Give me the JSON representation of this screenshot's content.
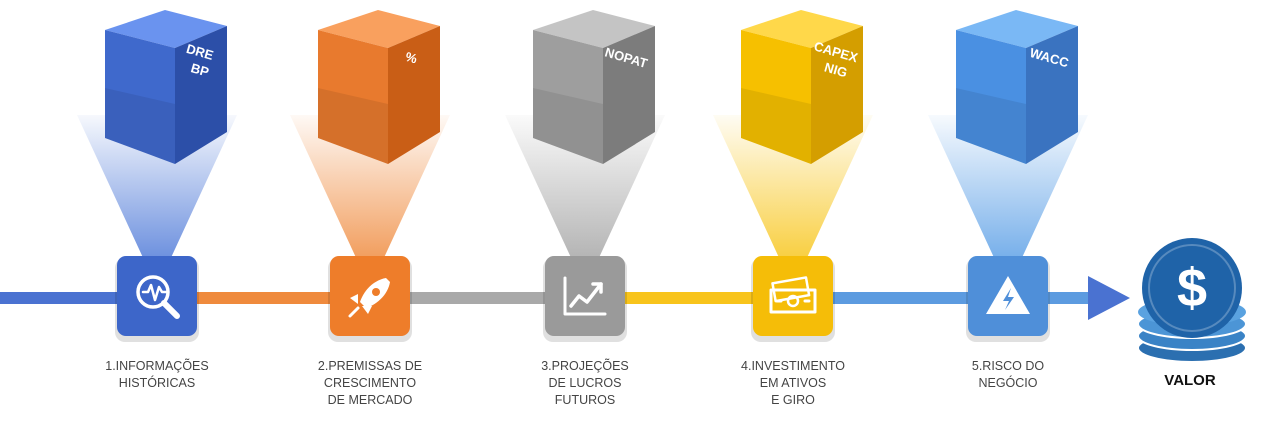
{
  "steps": [
    {
      "cube_lines": [
        "DRE",
        "BP"
      ],
      "label_lines": [
        "1.INFORMAÇÕES",
        "HISTÓRICAS"
      ],
      "icon": "analytics-search-icon",
      "colors": {
        "front": "#3f69cc",
        "right": "#2c4fa8",
        "top": "#6a93ef",
        "beam": "#4f7ad8",
        "line": "#4a72d1",
        "tile": "#3d66c9"
      }
    },
    {
      "cube_lines": [
        "%"
      ],
      "label_lines": [
        "2.PREMISSAS DE",
        "CRESCIMENTO",
        "DE MERCADO"
      ],
      "icon": "rocket-icon",
      "colors": {
        "front": "#e87a2e",
        "right": "#c95e16",
        "top": "#f9a05e",
        "beam": "#ef8a3d",
        "line": "#ef8a3d",
        "tile": "#ee7d2a"
      }
    },
    {
      "cube_lines": [
        "NOPAT"
      ],
      "label_lines": [
        "3.PROJEÇÕES",
        "DE LUCROS",
        "FUTUROS"
      ],
      "icon": "line-chart-icon",
      "colors": {
        "front": "#9e9e9e",
        "right": "#7c7c7c",
        "top": "#c4c4c4",
        "beam": "#a5a5a5",
        "line": "#a9a9a9",
        "tile": "#9a9a9a"
      }
    },
    {
      "cube_lines": [
        "CAPEX",
        "NIG"
      ],
      "label_lines": [
        "4.INVESTIMENTO",
        "EM ATIVOS",
        "E GIRO"
      ],
      "icon": "money-bills-icon",
      "colors": {
        "front": "#f6c000",
        "right": "#d49e00",
        "top": "#ffd84a",
        "beam": "#f7c51a",
        "line": "#f8c41c",
        "tile": "#f5bd08"
      }
    },
    {
      "cube_lines": [
        "WACC"
      ],
      "label_lines": [
        "5.RISCO DO",
        "NEGÓCIO"
      ],
      "icon": "warning-bolt-icon",
      "colors": {
        "front": "#4a90e2",
        "right": "#3a73c0",
        "top": "#7ab8f5",
        "beam": "#5b9fe6",
        "line": "#5c9be0",
        "tile": "#4f8fd9"
      }
    }
  ],
  "result": {
    "label": "VALOR",
    "icon": "dollar-coins-icon"
  }
}
